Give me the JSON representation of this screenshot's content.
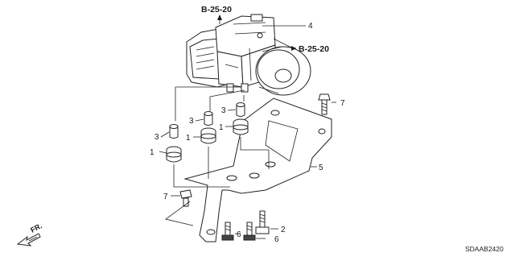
{
  "diagram": {
    "references": [
      "B-25-20",
      "B-25-20"
    ],
    "callouts": [
      "4",
      "7",
      "3",
      "3",
      "3",
      "1",
      "1",
      "1",
      "5",
      "7",
      "2",
      "6",
      "6"
    ],
    "direction_label": "FR.",
    "diagram_code": "SDAAB2420"
  }
}
